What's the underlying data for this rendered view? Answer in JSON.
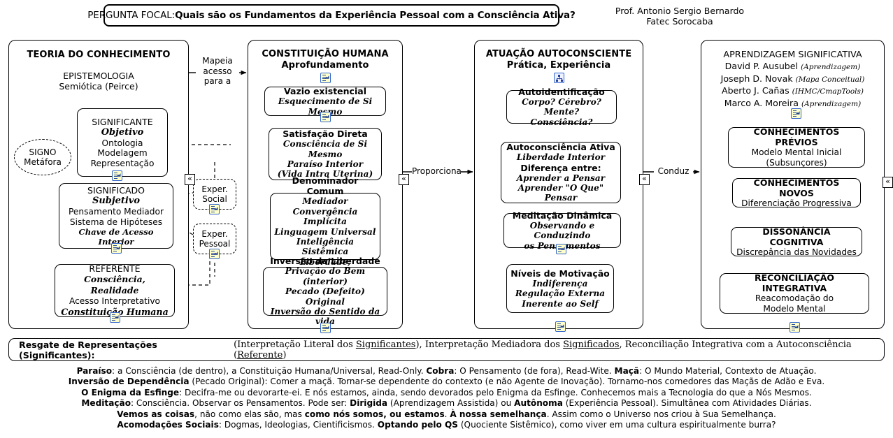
{
  "header": {
    "focal_lead": "PERGUNTA FOCAL:",
    "focal_question": "Quais são os Fundamentos da Experiência Pessoal com a Consciência Ativa?",
    "author_name": "Prof. Antonio Sergio Bernardo",
    "author_org": "Fatec Sorocaba"
  },
  "columns": {
    "col1": {
      "title": "TEORIA DO CONHECIMENTO",
      "sub1": "EPISTEMOLOGIA",
      "sub2": "Semiótica (Peirce)",
      "signo": {
        "l1": "SIGNO",
        "l2": "Metáfora"
      },
      "significante": {
        "title": "SIGNIFICANTE",
        "emph": "Objetivo",
        "l1": "Ontologia",
        "l2": "Modelagem",
        "l3": "Representação"
      },
      "significado": {
        "title": "SIGNIFICADO",
        "emph": "Subjetivo",
        "l1": "Pensamento Mediador",
        "l2": "Sistema de Hipóteses",
        "l3": "Chave de Acesso Interior"
      },
      "referente": {
        "title": "REFERENTE",
        "emph": "Consciência, Realidade",
        "l1": "Acesso Interpretativo",
        "l2": "Constituição Humana"
      },
      "exper_social": {
        "l1": "Exper.",
        "l2": "Social"
      },
      "exper_pessoal": {
        "l1": "Exper.",
        "l2": "Pessoal"
      }
    },
    "col2": {
      "title": "CONSTITUIÇÃO HUMANA",
      "sub1": "Aprofundamento",
      "vazio": {
        "title": "Vazio existencial",
        "l1": "Esquecimento de Si Mesmo"
      },
      "satisfacao": {
        "title": "Satisfação Direta",
        "l1": "Consciência de Si Mesmo",
        "l2": "Paraíso Interior",
        "l3": "(Vida Intra Uterina)"
      },
      "denominador": {
        "title": "Denominador Comum",
        "l1": "Mediador",
        "l2": "Convergência Implícita",
        "l3": "Linguagem Universal",
        "l4": "Inteligência Sistêmica",
        "l5": "Liberdade, Irmandade"
      },
      "inversao": {
        "title": "Inversão da Liberdade",
        "l1": "Privação do Bem (interior)",
        "l2": "Pecado (Defeito) Original",
        "l3": "Inversão do Sentido da vida"
      }
    },
    "col3": {
      "title": "ATUAÇÃO AUTOCONSCIENTE",
      "sub1": "Prática, Experiência",
      "autoidentificacao": {
        "title": "Autoidentificação",
        "l1": "Corpo? Cérebro? Mente?",
        "l2": "Consciência?"
      },
      "autoconsciencia": {
        "title": "Autoconsciência Ativa",
        "l1": "Liberdade Interior",
        "l2": "Diferença entre:",
        "l3": "Aprender a Pensar",
        "l4": "Aprender \"O Que\" Pensar"
      },
      "meditacao": {
        "title": "Meditação Dinâmica",
        "l1": "Observando e Conduzindo",
        "l2": "os Pensamentos"
      },
      "motivacao": {
        "title": "Níveis de Motivação",
        "l1": "Indiferença",
        "l2": "Regulação Externa",
        "l3": "Inerente ao Self"
      }
    },
    "col4": {
      "title": "APRENDIZAGEM SIGNIFICATIVA",
      "authors": [
        {
          "name": "David P. Ausubel",
          "tag": "(Aprendizagem)"
        },
        {
          "name": "Joseph D. Novak",
          "tag": "(Mapa Conceitual)"
        },
        {
          "name": "Aberto J. Cañas",
          "tag": "(IHMC/CmapTools)"
        },
        {
          "name": "Marco A. Moreira",
          "tag": "(Aprendizagem)"
        }
      ],
      "previos": {
        "title": "CONHECIMENTOS PRÉVIOS",
        "l1": "Modelo Mental Inicial",
        "l2": "(Subsunçores)"
      },
      "novos": {
        "title": "CONHECIMENTOS NOVOS",
        "l1": "Diferenciação Progressiva"
      },
      "dissonancia": {
        "title": "DISSONÂNCIA COGNITIVA",
        "l1": "Discrepância das Novidades"
      },
      "reconciliacao": {
        "title": "RECONCILIAÇÃO INTEGRATIVA",
        "l1": "Reacomodação do",
        "l2": "Modelo Mental"
      }
    }
  },
  "links": {
    "mapeia": "Mapeia\nacesso\npara a",
    "proporciona": "Proporciona",
    "conduz": "Conduz"
  },
  "rescue": {
    "lead": "Resgate de Representações (Significantes):",
    "part1": "(Interpretação Literal dos ",
    "u1": "Significantes",
    "part2": "), Interpretação Mediadora dos ",
    "u2": "Significados",
    "part3": ", Reconciliação Integrativa com a Autoconsciência (",
    "u3": "Referente",
    "part4": ")"
  },
  "notes": {
    "line1": [
      {
        "t": "Paraíso",
        "b": true
      },
      {
        "t": ": a Consciência (de dentro), a Constituição Humana/Universal, Read-Only.   ",
        "b": false
      },
      {
        "t": "Cobra",
        "b": true
      },
      {
        "t": ": O Pensamento (de fora), Read-Wite.   ",
        "b": false
      },
      {
        "t": "Maçã",
        "b": true
      },
      {
        "t": ": O Mundo Material, Contexto de Atuação.",
        "b": false
      }
    ],
    "line2": [
      {
        "t": "Inversão de Dependência",
        "b": true
      },
      {
        "t": " (Pecado Original): Comer a maçã. Tornar-se dependente do contexto (e não Agente de Inovação). Tornamo-nos comedores das Maçãs de Adão e Eva.",
        "b": false
      }
    ],
    "line3": [
      {
        "t": "O Enigma da Esfinge",
        "b": true
      },
      {
        "t": ": Decifra-me ou devorarte-ei. E nós estamos, ainda, sendo devorados pelo Enigma da Esfinge. Conhecemos mais a Tecnologia do que a Nós Mesmos.",
        "b": false
      }
    ],
    "line4": [
      {
        "t": "Meditação",
        "b": true
      },
      {
        "t": ": Consciência. Observar os Pensamentos. Pode ser: ",
        "b": false
      },
      {
        "t": "Dirigida",
        "b": true
      },
      {
        "t": " (Aprendizagem Assistida) ou ",
        "b": false
      },
      {
        "t": "Autônoma",
        "b": true
      },
      {
        "t": " (Experiência Pessoal). Simultânea com Atividades Diárias.",
        "b": false
      }
    ],
    "line5": [
      {
        "t": "Vemos as coisas",
        "b": true
      },
      {
        "t": ", não como elas são, mas ",
        "b": false
      },
      {
        "t": "como nós somos, ou estamos",
        "b": true
      },
      {
        "t": ". ",
        "b": false
      },
      {
        "t": "À nossa semelhança",
        "b": true
      },
      {
        "t": ". Assim como o Universo nos criou à Sua Semelhança.",
        "b": false
      }
    ],
    "line6": [
      {
        "t": "Acomodações Sociais",
        "b": true
      },
      {
        "t": ": Dogmas, Ideologias, Cientificismos. ",
        "b": false
      },
      {
        "t": "Optando pelo QS",
        "b": true
      },
      {
        "t": " (Quociente Sistêmico), como viver em uma cultura espiritualmente burra?",
        "b": false
      }
    ]
  }
}
